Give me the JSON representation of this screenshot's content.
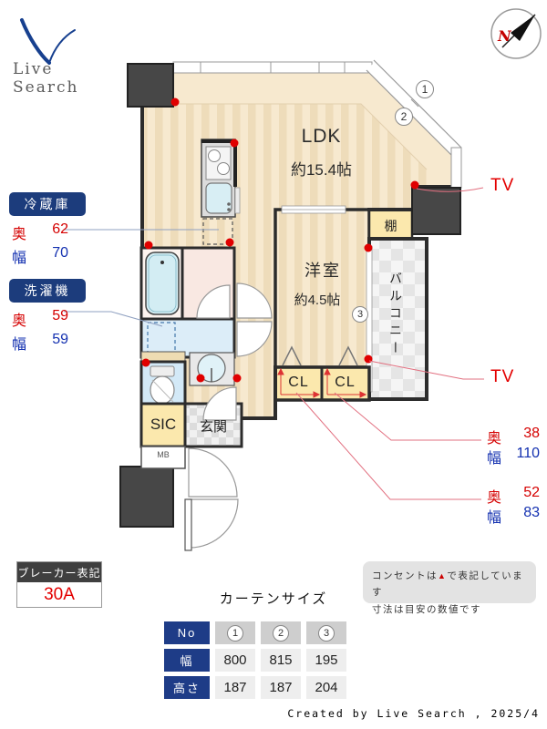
{
  "branding": {
    "logo_text": "Live Search",
    "footer_credit": "Created by Live Search , 2025/4"
  },
  "compass": {
    "north_label": "N"
  },
  "plan": {
    "ldk": {
      "name": "LDK",
      "size": "約15.4帖"
    },
    "western_room": {
      "name": "洋室",
      "size": "約4.5帖"
    },
    "balcony": "バルコニー",
    "shelf": "棚",
    "closet_left": "CL",
    "closet_right": "CL",
    "sic": "SIC",
    "entrance": "玄関",
    "meter_box": "MB",
    "window_tags": {
      "w1": "1",
      "w2": "2",
      "w3": "3"
    }
  },
  "annotations": {
    "fridge": {
      "title": "冷蔵庫",
      "depth_label": "奥",
      "depth": "62",
      "width_label": "幅",
      "width": "70"
    },
    "washer": {
      "title": "洗濯機",
      "depth_label": "奥",
      "depth": "59",
      "width_label": "幅",
      "width": "59"
    },
    "tv_upper": "TV",
    "tv_lower": "TV",
    "closet_a": {
      "depth_label": "奥",
      "depth": "38",
      "width_label": "幅",
      "width": "110"
    },
    "closet_b": {
      "depth_label": "奥",
      "depth": "52",
      "width_label": "幅",
      "width": "83"
    },
    "breaker": {
      "title": "ブレーカー表記",
      "value": "30A"
    }
  },
  "note": {
    "line1_pre": "コンセントは",
    "marker": "▲",
    "line1_post": "で表記しています",
    "line2": "寸法は目安の数値です"
  },
  "curtain_table": {
    "title": "カーテンサイズ",
    "no_label": "No",
    "width_label": "幅",
    "height_label": "高さ",
    "columns": [
      {
        "no": "1",
        "width": "800",
        "height": "187"
      },
      {
        "no": "2",
        "width": "815",
        "height": "187"
      },
      {
        "no": "3",
        "width": "195",
        "height": "204"
      }
    ]
  },
  "colors": {
    "floor_base": "#f7e9cf",
    "floor_stripe": "#eedcba",
    "wall": "#2c2c2c",
    "accent_navy": "#1c3c7c",
    "dim_red": "#d50000",
    "dim_blue": "#1330b0",
    "outlet_red": "#e00000"
  }
}
